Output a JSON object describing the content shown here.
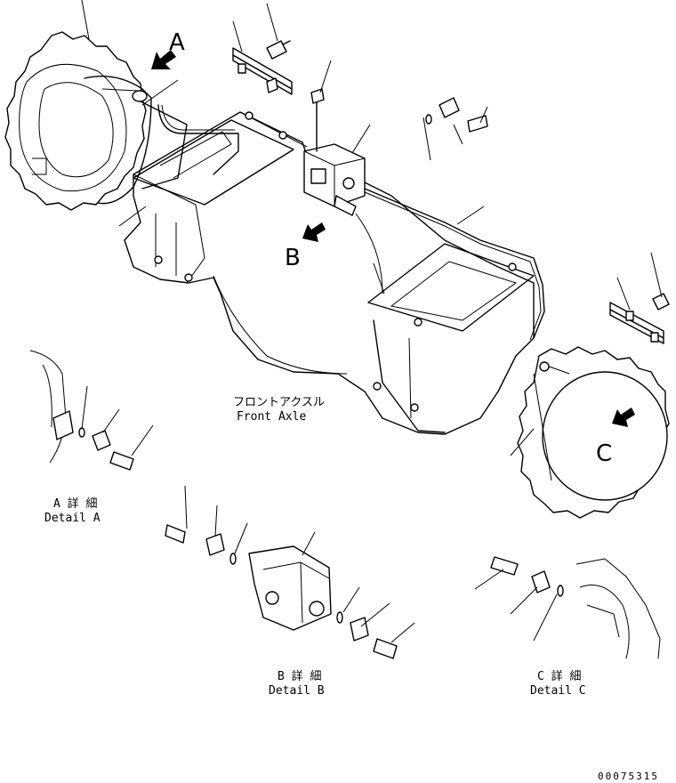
{
  "view_letters": {
    "a": "A",
    "b": "B",
    "c": "C"
  },
  "main_label": {
    "ja": "フロントアクスル",
    "en": "Front Axle"
  },
  "details": {
    "a": {
      "ja": "A 詳 細",
      "en": "Detail A"
    },
    "b": {
      "ja": "B 詳 細",
      "en": "Detail B"
    },
    "c": {
      "ja": "C 詳 細",
      "en": "Detail C"
    }
  },
  "drawing_code": "00075315"
}
